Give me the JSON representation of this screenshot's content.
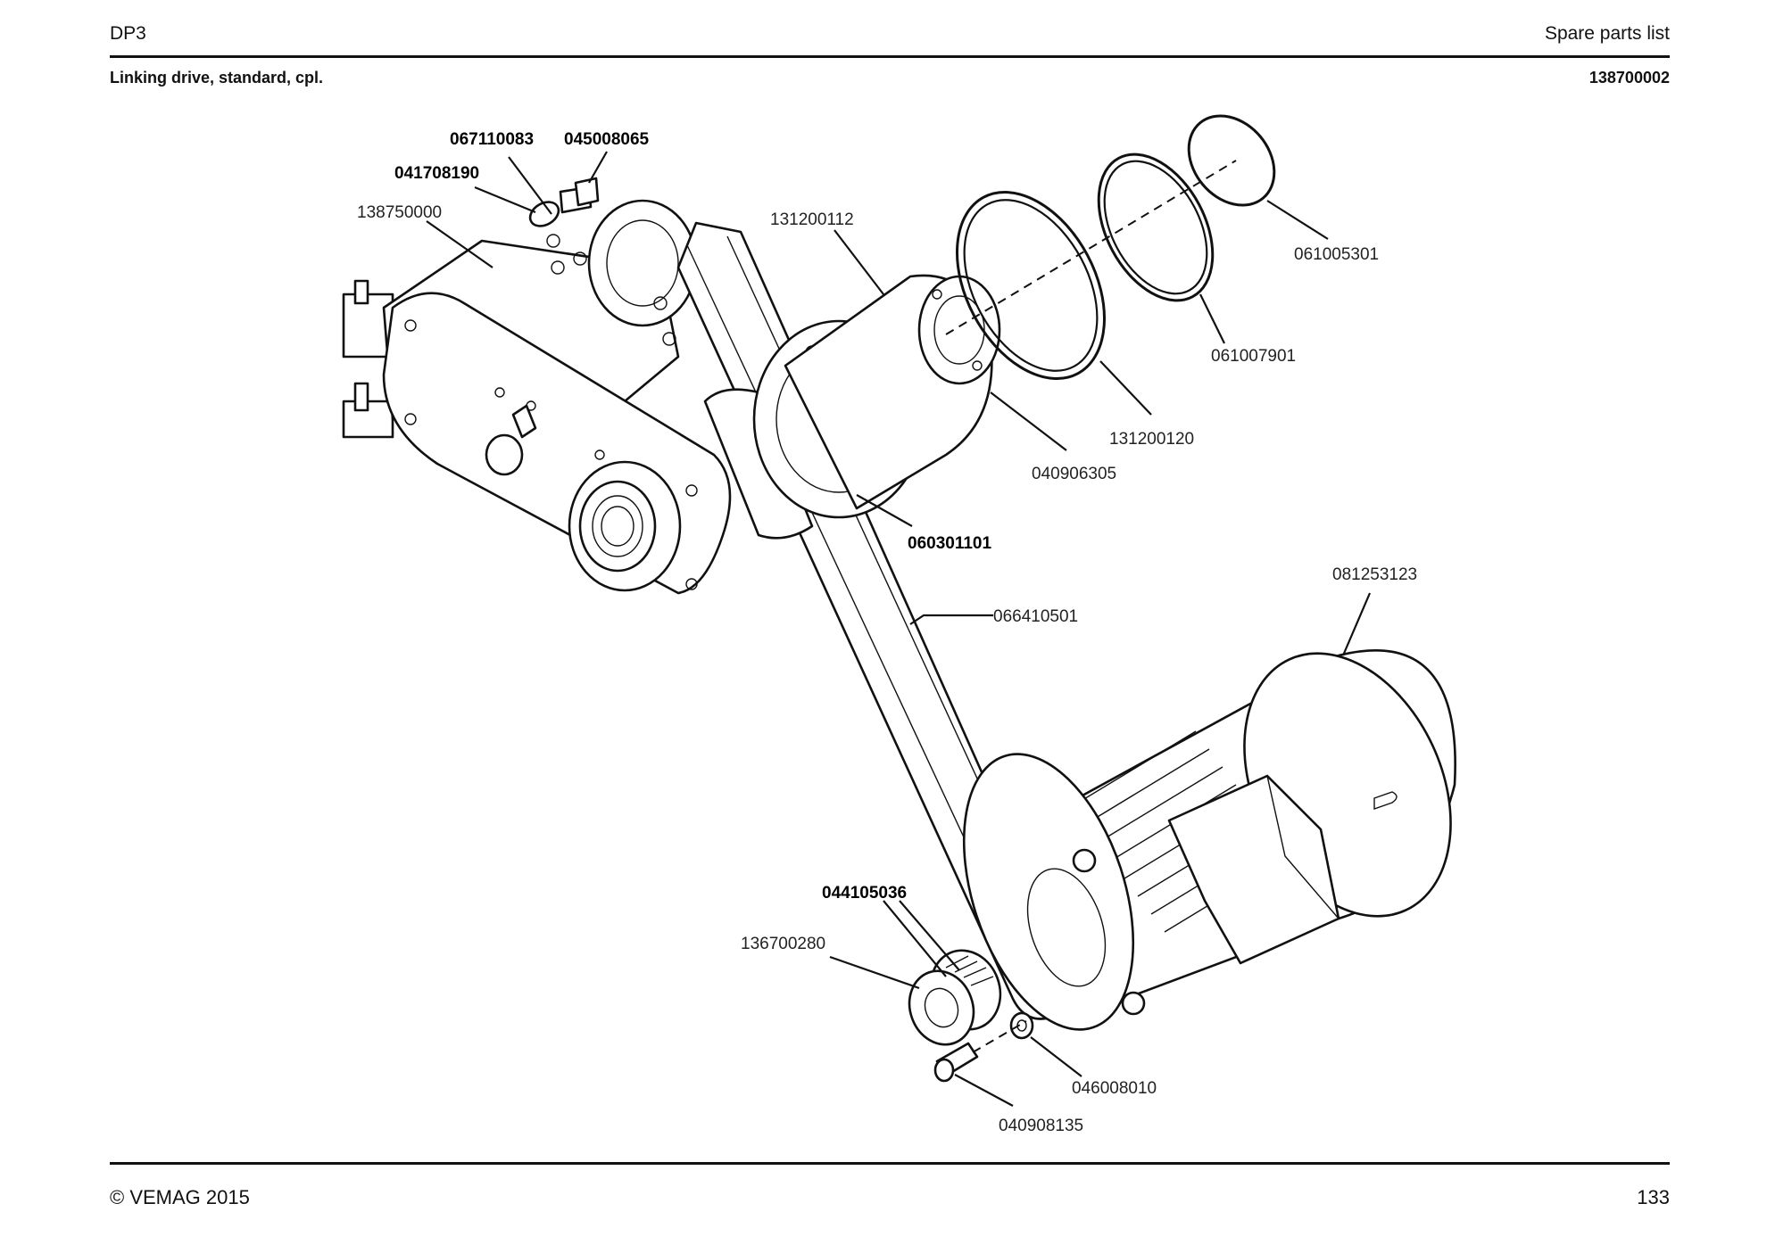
{
  "header": {
    "left": "DP3",
    "right": "Spare parts list",
    "subtitle": "Linking drive, standard, cpl.",
    "part_number": "138700002"
  },
  "footer": {
    "copyright": "© VEMAG 2015",
    "page": "133"
  },
  "callouts": [
    "067110083",
    "045008065",
    "041708190",
    "138750000",
    "131200112",
    "061005301",
    "061007901",
    "131200120",
    "040906305",
    "060301101",
    "066410501",
    "081253123",
    "044105036",
    "136700280",
    "046008010",
    "040908135"
  ]
}
